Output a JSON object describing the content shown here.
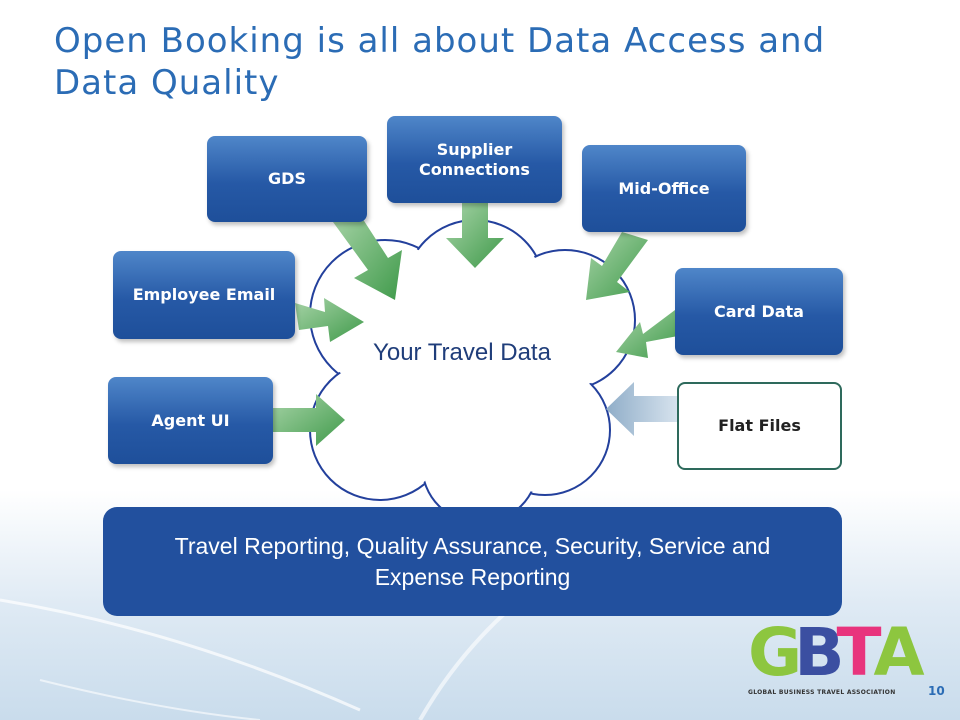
{
  "slide": {
    "title": "Open Booking is all about Data Access and Data Quality",
    "page_number": "10"
  },
  "diagram": {
    "center": "Your Travel Data",
    "sources": [
      {
        "id": "gds",
        "label": "GDS"
      },
      {
        "id": "supplier",
        "label": "Supplier Connections"
      },
      {
        "id": "midoffice",
        "label": "Mid-Office"
      },
      {
        "id": "employee",
        "label": "Employee Email"
      },
      {
        "id": "card",
        "label": "Card Data"
      },
      {
        "id": "agent",
        "label": "Agent UI"
      },
      {
        "id": "flat",
        "label": "Flat Files"
      }
    ],
    "output": "Travel Reporting, Quality Assurance, Security, Service and Expense Reporting"
  },
  "logo": {
    "letters": [
      "G",
      "B",
      "T",
      "A"
    ],
    "tagline": "GLOBAL BUSINESS TRAVEL ASSOCIATION"
  },
  "colors": {
    "title": "#2b6cb5",
    "node_fill": "#2659a6",
    "arrow_green": "#5aaa5a",
    "arrow_grey": "#a7bfd3",
    "banner": "#22509e",
    "cloud_stroke": "#23409c"
  }
}
